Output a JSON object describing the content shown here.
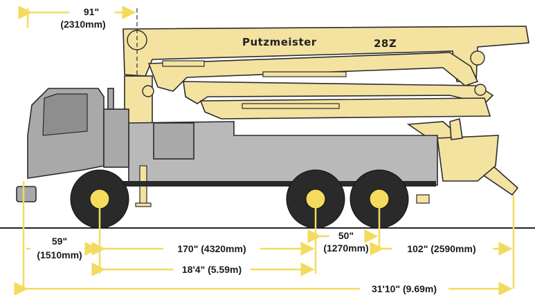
{
  "colors": {
    "boom": "#F4E2A1",
    "truck_body": "#B9B9B9",
    "cab": "#A9A9A9",
    "outline": "#2A2A2A",
    "dimension": "#F3DB5E",
    "wheel": "#2A2A2A",
    "hub": "#F3DB5E",
    "ground": "#222222"
  },
  "boom": {
    "brand": "Putzmeister",
    "model": "28Z"
  },
  "dimensions": {
    "top_offset_in": "91\"",
    "top_offset_mm": "(2310mm)",
    "front_overhang_in": "59\"",
    "front_overhang_mm": "(1510mm)",
    "axle_to_axle": "170\" (4320mm)",
    "tandem_in": "50\"",
    "tandem_mm": "(1270mm)",
    "rear_overhang": "102\" (2590mm)",
    "wheelbase": "18'4\" (5.59m)",
    "overall_length": "31'10\" (9.69m)"
  }
}
